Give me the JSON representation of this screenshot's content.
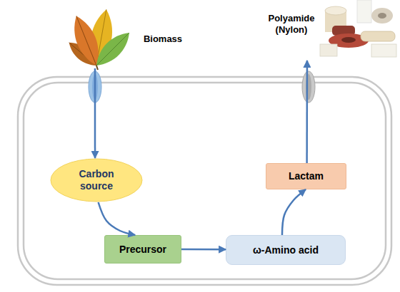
{
  "diagram": {
    "nodes": [
      {
        "text": [
          "Biomass"
        ]
      },
      {
        "text": [
          "Polyamide (Nylon)"
        ]
      },
      {
        "text": [
          "Carbon source"
        ]
      },
      {
        "text": [
          "Precursor"
        ]
      },
      {
        "text": [
          "ω-Amino acid"
        ]
      },
      {
        "text": [
          "Lactam"
        ]
      }
    ],
    "edges": [
      {
        "from": 0,
        "to": 2,
        "arrow": "to"
      },
      {
        "from": 2,
        "to": 3,
        "arrow": "to"
      },
      {
        "from": 3,
        "to": 4,
        "arrow": "to"
      },
      {
        "from": 4,
        "to": 5,
        "arrow": "to"
      },
      {
        "from": 5,
        "to": 1,
        "arrow": "to"
      }
    ]
  }
}
